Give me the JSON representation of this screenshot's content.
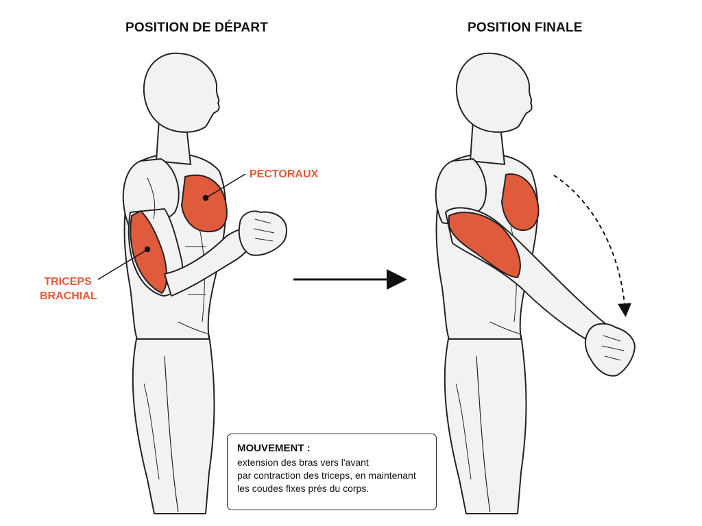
{
  "titles": {
    "start": "POSITION DE DÉPART",
    "end": "POSITION FINALE"
  },
  "labels": {
    "pectoraux": "PECTORAUX",
    "triceps_line1": "TRICEPS",
    "triceps_line2": "BRACHIAL"
  },
  "note": {
    "heading": "MOUVEMENT :",
    "line1": "extension des bras vers l'avant",
    "line2": "par contraction des triceps, en maintenant",
    "line3": "les coudes fixes près du corps."
  },
  "colors": {
    "muscle_highlight": "#e05a3c",
    "outline": "#222222",
    "skin": "#f2f2f2"
  },
  "icons": {
    "movement_arrow": "arrow-right-icon",
    "motion_path": "dashed-curved-arrow-icon"
  }
}
